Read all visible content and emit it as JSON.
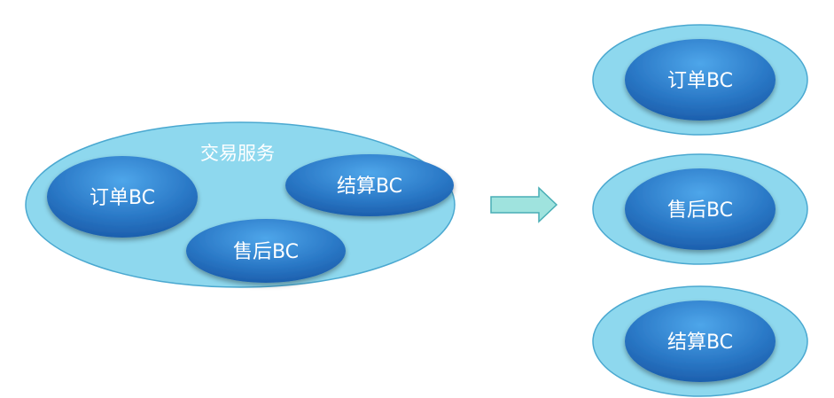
{
  "left_group": {
    "title": "交易服务",
    "contexts": [
      {
        "label": "订单BC"
      },
      {
        "label": "结算BC"
      },
      {
        "label": "售后BC"
      }
    ]
  },
  "arrow": {
    "direction": "right"
  },
  "right_group": {
    "contexts": [
      {
        "label": "订单BC"
      },
      {
        "label": "售后BC"
      },
      {
        "label": "结算BC"
      }
    ]
  },
  "colors": {
    "outer_fill": "#8ed8ee",
    "outer_stroke": "#4aa8d0",
    "inner_fill_top": "#3d92dd",
    "inner_fill_bottom": "#1a5fae",
    "arrow_fill": "#9fe3de",
    "arrow_stroke": "#48aeb5",
    "text": "#ffffff"
  }
}
